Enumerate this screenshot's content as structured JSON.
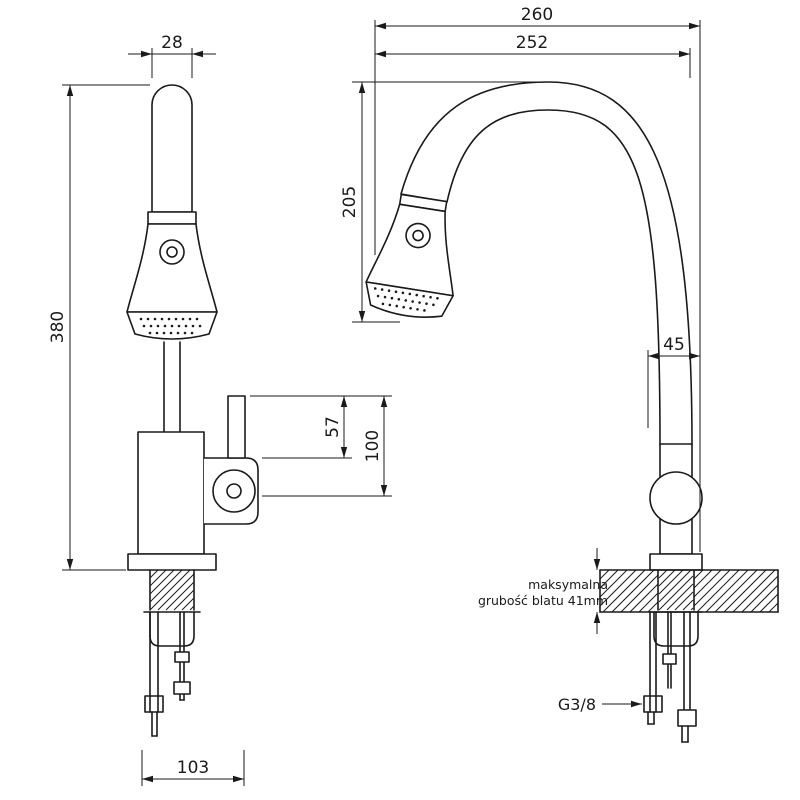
{
  "drawing": {
    "dimensions": {
      "spout_width": "28",
      "overall_depth": "260",
      "spout_reach": "252",
      "spout_height": "205",
      "total_height": "380",
      "handle_height": "57",
      "body_height": "100",
      "body_depth": "45",
      "base_offset": "103"
    },
    "labels": {
      "counter_note_line1": "maksymalna",
      "counter_note_line2": "grubość blatu 41mm",
      "thread_size": "G3/8"
    },
    "colors": {
      "line": "#1a1a1a",
      "background": "#ffffff"
    }
  }
}
